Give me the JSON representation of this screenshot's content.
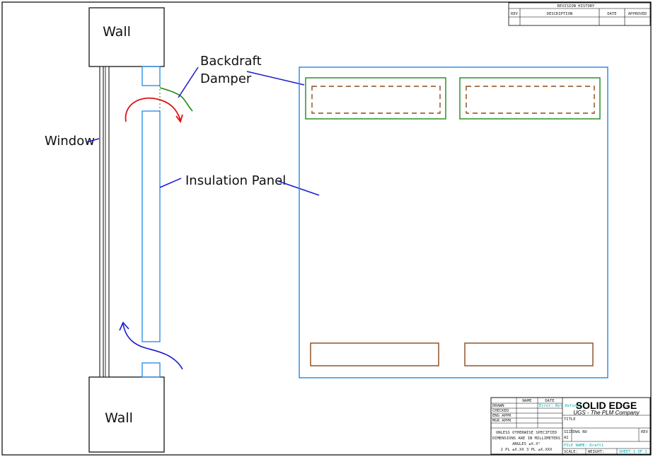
{
  "labels": {
    "wall_top": "Wall",
    "wall_bottom": "Wall",
    "window": "Window",
    "damper_line1": "Backdraft",
    "damper_line2": "Damper",
    "insulation": "Insulation Panel"
  },
  "revision_block": {
    "title": "REVISION HISTORY",
    "columns": [
      "REV",
      "DESCRIPTION",
      "DATE",
      "APPROVED"
    ]
  },
  "title_block": {
    "brand": "SOLID EDGE",
    "brand_sub": "UGS - The PLM Company",
    "col_name": "NAME",
    "col_date": "DATE",
    "rows": [
      "DRAWN",
      "CHECKED",
      "ENG APPR",
      "MGR APPR"
    ],
    "error_text": "Error: Not Defined",
    "title_label": "TITLE",
    "notes": [
      "UNLESS OTHERWISE SPECIFIED",
      "DIMENSIONS ARE IN MILLIMETERS",
      "ANGLES ±X.X°",
      "2 PL ±X.XX 3 PL ±X.XXX"
    ],
    "size_label": "SIZE",
    "size_value": "A2",
    "dwg_label": "DWG NO",
    "rev_label": "REV",
    "file_label": "FILE NAME: Draft1",
    "scale_label": "SCALE:",
    "weight_label": "WEIGHT:",
    "sheet_label": "SHEET 1 OF 1"
  },
  "colors": {
    "line": "#000000",
    "panel": "#1e88e5",
    "leader": "#1a1acc",
    "damper": "#1a8a1a",
    "arrow_red": "#e01010",
    "slot": "#8a4a1a",
    "accent_cyan": "#00a0a0"
  }
}
